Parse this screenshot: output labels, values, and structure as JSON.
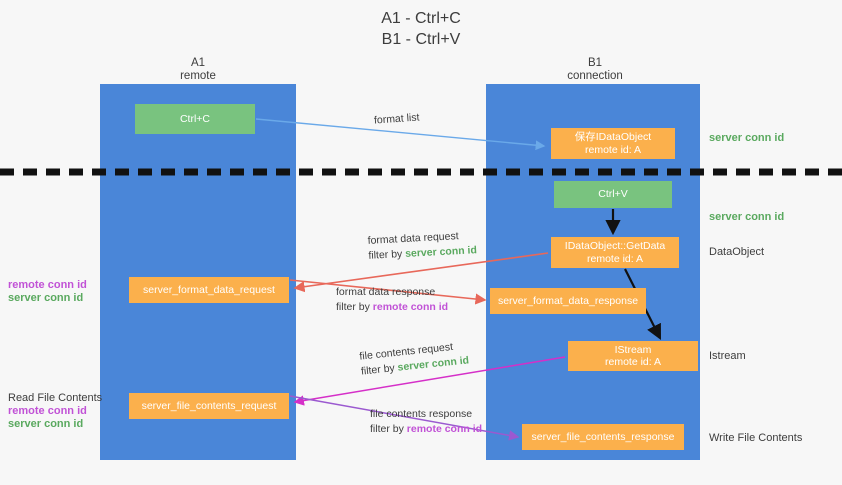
{
  "title": {
    "line1": "A1 - Ctrl+C",
    "line2": "B1 - Ctrl+V"
  },
  "lanes": [
    {
      "id": "a1",
      "name": "A1",
      "sub": "remote",
      "color": "#4a86d8"
    },
    {
      "id": "b1",
      "name": "B1",
      "sub": "connection",
      "color": "#4a86d8"
    }
  ],
  "boxes": {
    "ctrl_c": {
      "line1": "Ctrl+C",
      "color": "#79c37f"
    },
    "idataobject": {
      "line1": "保存IDataObject",
      "line2": "remote id: A",
      "color": "#fbb04c"
    },
    "ctrl_v": {
      "line1": "Ctrl+V",
      "color": "#79c37f"
    },
    "getdata": {
      "line1": "IDataObject::GetData",
      "line2": "remote id: A",
      "color": "#fbb04c"
    },
    "format_data_request": {
      "line1": "server_format_data_request",
      "color": "#fbb04c"
    },
    "format_data_response": {
      "line1": "server_format_data_response",
      "color": "#fbb04c"
    },
    "istream": {
      "line1": "IStream",
      "line2": "remote id: A",
      "color": "#fbb04c"
    },
    "file_contents_request": {
      "line1": "server_file_contents_request",
      "color": "#fbb04c"
    },
    "file_contents_response": {
      "line1": "server_file_contents_response",
      "color": "#fbb04c"
    }
  },
  "side_labels": {
    "server_conn_id_1": "server conn id",
    "server_conn_id_2": "server conn id",
    "dataobject": "DataObject",
    "istream": "Istream",
    "write_file_contents": "Write File Contents"
  },
  "left_labels": {
    "remote_conn_id_1": "remote conn id",
    "server_conn_id_1": "server conn id",
    "read_file_contents": "Read File Contents",
    "remote_conn_id_2": "remote conn id",
    "server_conn_id_2": "server conn id"
  },
  "edge_labels": {
    "format_list": "format list",
    "format_data_request": "format data request",
    "format_data_request_filter_prefix": "filter by ",
    "format_data_request_filter_value": "server conn id",
    "format_data_response": "format data response",
    "format_data_response_filter_prefix": "filter by ",
    "format_data_response_filter_value": "remote conn id",
    "file_contents_request": "file contents request",
    "file_contents_request_filter_prefix": "filter by ",
    "file_contents_request_filter_value": "server conn id",
    "file_contents_response": "file contents response",
    "file_contents_response_filter_prefix": "filter by ",
    "file_contents_response_filter_value": "remote conn id"
  },
  "colors": {
    "lane": "#4a86d8",
    "green_box": "#79c37f",
    "orange_box": "#fbb04c",
    "green_text": "#5aa95f",
    "purple_text": "#c152d6",
    "arrow_blue": "#6aa9e9",
    "arrow_red": "#e8685a",
    "arrow_magenta": "#d52fc8",
    "arrow_purple": "#9b59d0",
    "arrow_black": "#111111",
    "divider": "#111111",
    "background": "#f7f7f7"
  }
}
